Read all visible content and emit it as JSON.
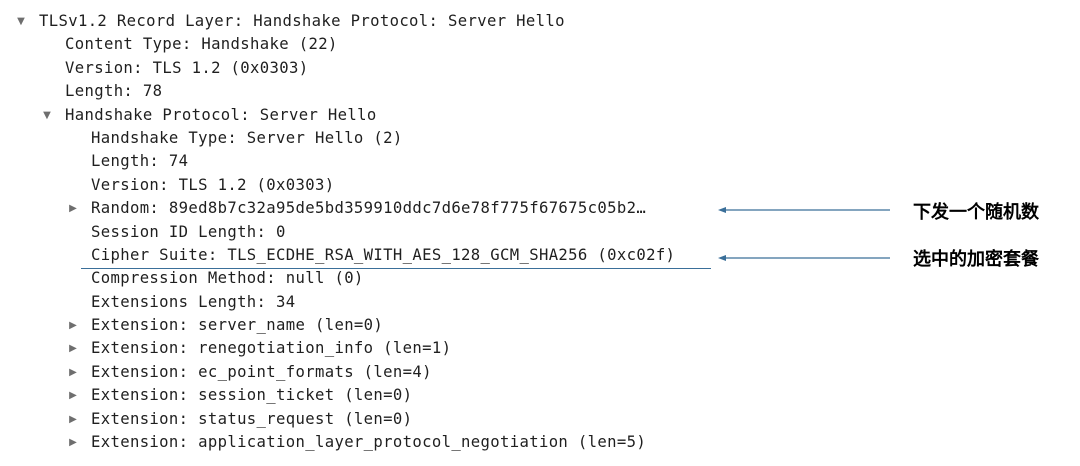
{
  "tree": {
    "rows": [
      {
        "level": 0,
        "toggle": "expanded",
        "text": "TLSv1.2 Record Layer: Handshake Protocol: Server Hello"
      },
      {
        "level": 1,
        "toggle": "none",
        "text": "Content Type: Handshake (22)"
      },
      {
        "level": 1,
        "toggle": "none",
        "text": "Version: TLS 1.2 (0x0303)"
      },
      {
        "level": 1,
        "toggle": "none",
        "text": "Length: 78"
      },
      {
        "level": 1,
        "toggle": "expanded",
        "text": "Handshake Protocol: Server Hello"
      },
      {
        "level": 2,
        "toggle": "none",
        "text": "Handshake Type: Server Hello (2)"
      },
      {
        "level": 2,
        "toggle": "none",
        "text": "Length: 74"
      },
      {
        "level": 2,
        "toggle": "none",
        "text": "Version: TLS 1.2 (0x0303)"
      },
      {
        "level": 2,
        "toggle": "collapsed",
        "text": "Random: 89ed8b7c32a95de5bd359910ddc7d6e78f775f67675c05b2…"
      },
      {
        "level": 2,
        "toggle": "none",
        "text": "Session ID Length: 0"
      },
      {
        "level": 2,
        "toggle": "none",
        "text": "Cipher Suite: TLS_ECDHE_RSA_WITH_AES_128_GCM_SHA256 (0xc02f)"
      },
      {
        "level": 2,
        "toggle": "none",
        "text": "Compression Method: null (0)"
      },
      {
        "level": 2,
        "toggle": "none",
        "text": "Extensions Length: 34"
      },
      {
        "level": 2,
        "toggle": "collapsed",
        "text": "Extension: server_name (len=0)"
      },
      {
        "level": 2,
        "toggle": "collapsed",
        "text": "Extension: renegotiation_info (len=1)"
      },
      {
        "level": 2,
        "toggle": "collapsed",
        "text": "Extension: ec_point_formats (len=4)"
      },
      {
        "level": 2,
        "toggle": "collapsed",
        "text": "Extension: session_ticket (len=0)"
      },
      {
        "level": 2,
        "toggle": "collapsed",
        "text": "Extension: status_request (len=0)"
      },
      {
        "level": 2,
        "toggle": "collapsed",
        "text": "Extension: application_layer_protocol_negotiation (len=5)"
      }
    ]
  },
  "annotations": {
    "random": {
      "text": "下发一个随机数",
      "points_to_row": 8
    },
    "cipher": {
      "text": "选中的加密套餐",
      "points_to_row": 10
    }
  },
  "icons": {
    "expanded": "triangle-down-icon",
    "collapsed": "triangle-right-icon"
  },
  "colors": {
    "text": "#1f1f1f",
    "toggle": "#6e6e6e",
    "annotation_line": "#3a6f99",
    "annotation_text": "#000000"
  }
}
